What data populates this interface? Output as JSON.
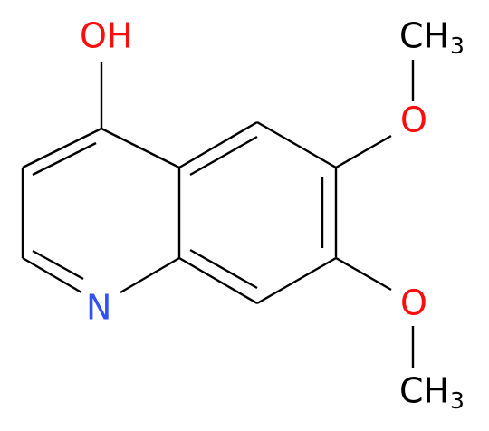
{
  "molecule": {
    "atoms": {
      "oh": {
        "text": "OH",
        "element": "O",
        "color": "#ff0d0d"
      },
      "n1": {
        "text": "N",
        "element": "N",
        "color": "#3050f8"
      },
      "o6": {
        "text": "O",
        "element": "O",
        "color": "#ff0d0d"
      },
      "o7": {
        "text": "O",
        "element": "O",
        "color": "#ff0d0d"
      },
      "ch3_top": {
        "text": "CH",
        "subscript": "3",
        "element": "C",
        "color": "#000000"
      },
      "ch3_bottom": {
        "text": "CH",
        "subscript": "3",
        "element": "C",
        "color": "#000000"
      }
    },
    "bond_color": "#000000"
  }
}
